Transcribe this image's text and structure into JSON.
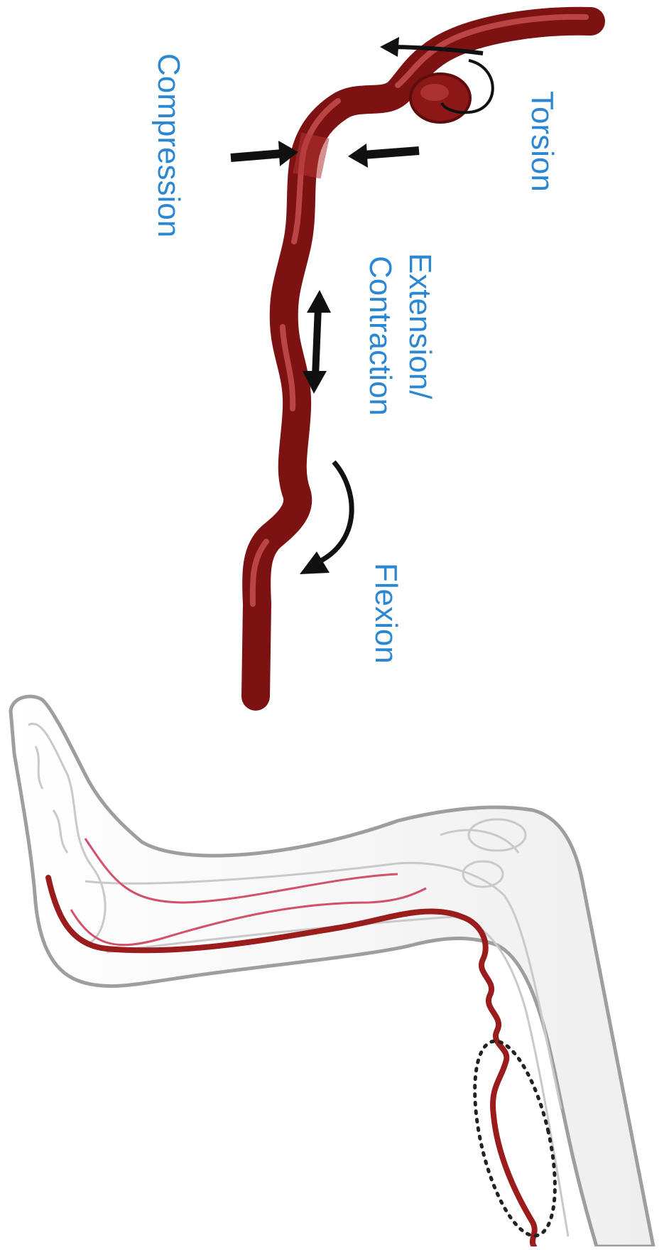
{
  "labels": {
    "torsion": "Torsion",
    "compression": "Compression",
    "extension_line1": "Extension/",
    "extension_line2": "Contraction",
    "flexion": "Flexion"
  },
  "colors": {
    "label": "#2b87d1",
    "artery": "#9b1c1c",
    "artery_highlight": "#d65b5b",
    "branch": "#d34f6a",
    "leg_outline": "#9e9e9e",
    "bone_outline": "#c9c9c9",
    "arrow": "#111111"
  },
  "icons": {
    "torsion_arrow": "circular-arrow-icon",
    "compression_arrows": "converging-arrows-icon",
    "extension_arrow": "double-headed-arrow-icon",
    "flexion_arrow": "curved-arrow-icon"
  }
}
